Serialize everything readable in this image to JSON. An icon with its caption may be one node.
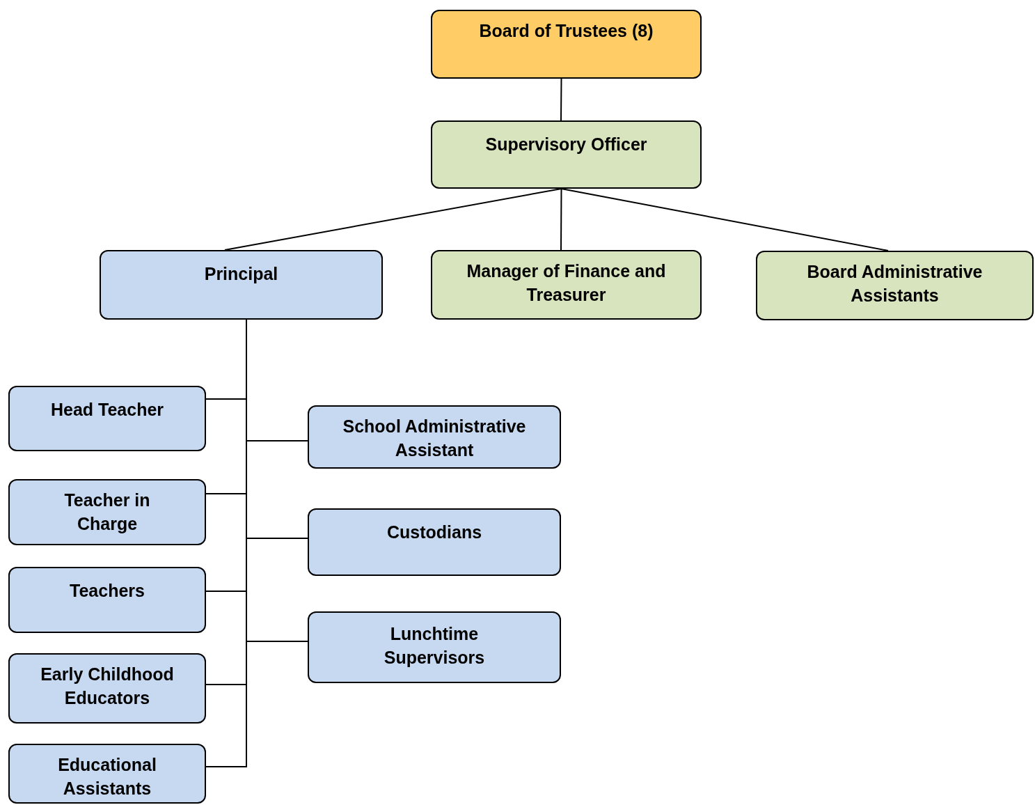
{
  "diagram": {
    "nodes": [
      {
        "text": [
          "Board of Trustees (8)"
        ]
      },
      {
        "text": [
          "Supervisory Officer"
        ]
      },
      {
        "text": [
          "Principal"
        ]
      },
      {
        "text": [
          "Manager of Finance and Treasurer"
        ]
      },
      {
        "text": [
          "Board Administrative Assistants"
        ]
      },
      {
        "text": [
          "Head Teacher"
        ]
      },
      {
        "text": [
          "Teacher in Charge"
        ]
      },
      {
        "text": [
          "Teachers"
        ]
      },
      {
        "text": [
          "Early Childhood Educators"
        ]
      },
      {
        "text": [
          "Educational Assistants"
        ]
      },
      {
        "text": [
          "School Administrative Assistant"
        ]
      },
      {
        "text": [
          "Custodians"
        ]
      },
      {
        "text": [
          "Lunchtime Supervisors"
        ]
      }
    ],
    "edges": [
      {
        "from": 0,
        "to": 1,
        "arrow": "none"
      },
      {
        "from": 1,
        "to": 2,
        "arrow": "none"
      },
      {
        "from": 1,
        "to": 3,
        "arrow": "none"
      },
      {
        "from": 1,
        "to": 4,
        "arrow": "none"
      },
      {
        "from": 2,
        "to": 5,
        "arrow": "none"
      },
      {
        "from": 2,
        "to": 6,
        "arrow": "none"
      },
      {
        "from": 2,
        "to": 7,
        "arrow": "none"
      },
      {
        "from": 2,
        "to": 8,
        "arrow": "none"
      },
      {
        "from": 2,
        "to": 9,
        "arrow": "none"
      },
      {
        "from": 2,
        "to": 10,
        "arrow": "none"
      },
      {
        "from": 2,
        "to": 11,
        "arrow": "none"
      },
      {
        "from": 2,
        "to": 12,
        "arrow": "none"
      }
    ]
  }
}
